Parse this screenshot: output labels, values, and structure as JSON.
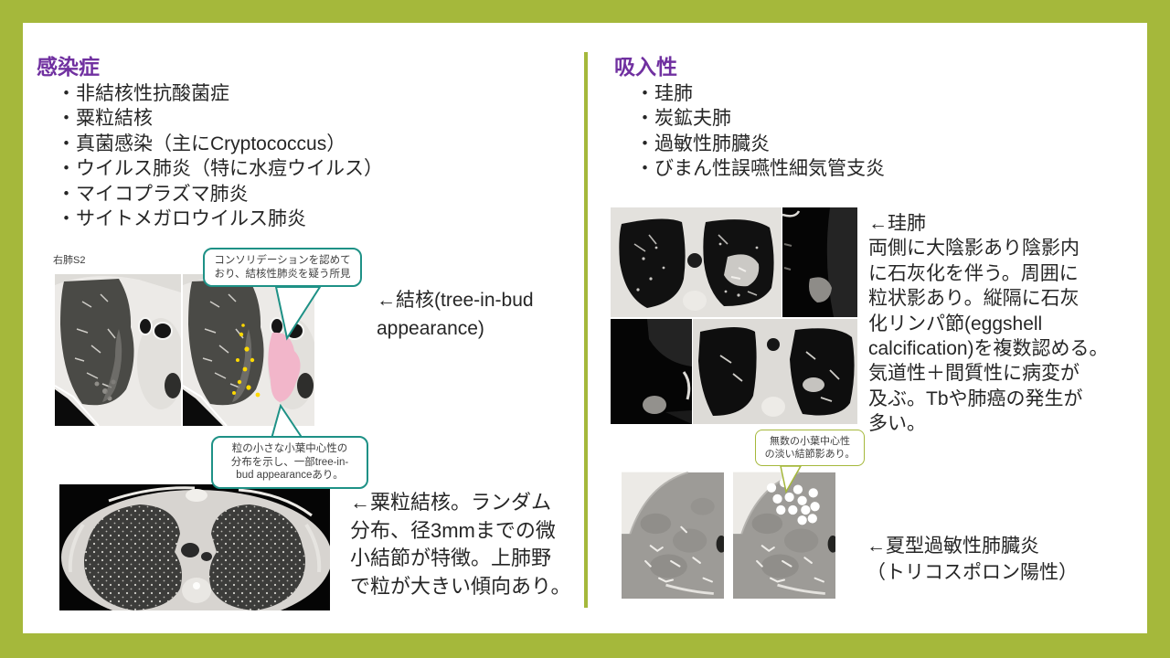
{
  "left": {
    "heading": "感染症",
    "items": [
      "・非結核性抗酸菌症",
      "・粟粒結核",
      "・真菌感染（主にCryptococcus）",
      "・ウイルス肺炎（特に水痘ウイルス）",
      "・マイコプラズマ肺炎",
      "・サイトメガロウイルス肺炎"
    ],
    "ct_label": "右肺S2",
    "callout_top": "コンソリデーションを認めて\nおり、結核性肺炎を疑う所見",
    "callout_bottom": "粒の小さな小葉中心性の\n分布を示し、一部tree-in-\nbud appearanceあり。",
    "annotation_tb": "←結核(tree-in-bud\nappearance)",
    "annotation_miliary": "←粟粒結核。ランダム\n分布、径3mmまでの微\n小結節が特徴。上肺野\nで粒が大きい傾向あり。"
  },
  "right": {
    "heading": "吸入性",
    "items": [
      "・珪肺",
      "・炭鉱夫肺",
      "・過敏性肺臓炎",
      "・びまん性誤嚥性細気管支炎"
    ],
    "annotation_silicosis": "←珪肺\n両側に大陰影あり陰影内\nに石灰化を伴う。周囲に\n粒状影あり。縦隔に石灰\n化リンパ節(eggshell\ncalcification)を複数認める。\n気道性＋間質性に病変が\n及ぶ。Tbや肺癌の発生が\n多い。",
    "callout_nodules": "無数の小葉中心性\nの淡い結節影あり。",
    "annotation_hp": "←夏型過敏性肺臓炎\n（トリコスポロン陽性）"
  },
  "colors": {
    "slide_border": "#a5b83b",
    "heading_purple": "#7030a0",
    "callout_teal": "#1e9186",
    "callout_green": "#a5b83b",
    "highlight_pink": "#f2b6ca",
    "highlight_yellow": "#ffd900"
  }
}
